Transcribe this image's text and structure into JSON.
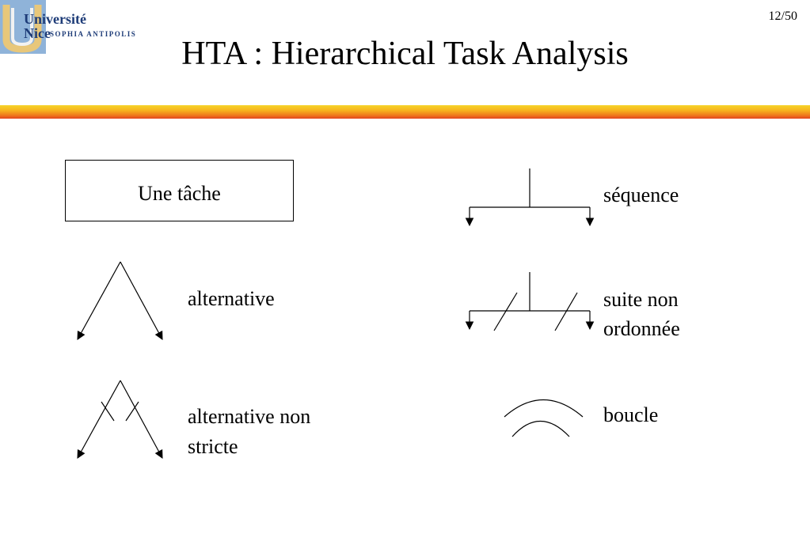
{
  "page_number": "12/50",
  "title": "HTA : Hierarchical Task Analysis",
  "logo": {
    "line1": "Université",
    "line2": "Nice",
    "line3": "SOPHIA ANTIPOLIS"
  },
  "legend": {
    "task": "Une tâche",
    "sequence": "séquence",
    "alternative": "alternative",
    "unordered_line1": "suite non",
    "unordered_line2": "ordonnée",
    "nonstrict_line1": "alternative non",
    "nonstrict_line2": "stricte",
    "loop": "boucle"
  },
  "colors": {
    "bar_top": "#f6d52a",
    "bar_bottom": "#e3461c",
    "logo_blue": "#1e3c78"
  }
}
